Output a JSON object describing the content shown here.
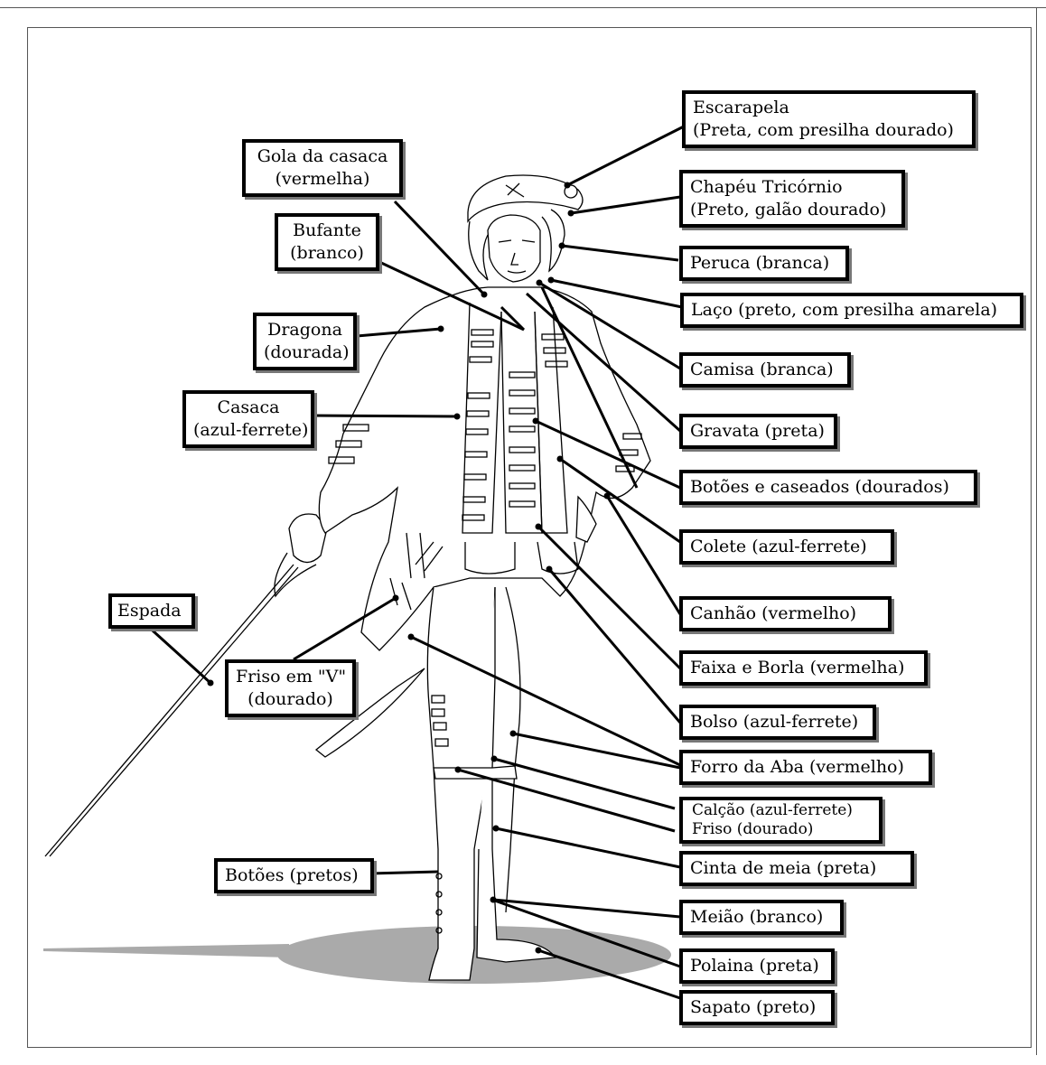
{
  "labels": {
    "escarapela": [
      "Escarapela",
      "(Preta, com presilha dourado)"
    ],
    "chapeu": [
      "Chapéu Tricórnio",
      "(Preto, galão dourado)"
    ],
    "peruca": [
      "Peruca (branca)"
    ],
    "laco": [
      "Laço (preto, com presilha amarela)"
    ],
    "camisa": [
      "Camisa (branca)"
    ],
    "gravata": [
      "Gravata (preta)"
    ],
    "botoes_caseados": [
      "Botões e caseados (dourados)"
    ],
    "colete": [
      "Colete (azul-ferrete)"
    ],
    "canhao": [
      "Canhão (vermelho)"
    ],
    "faixa": [
      "Faixa e Borla (vermelha)"
    ],
    "bolso": [
      "Bolso (azul-ferrete)"
    ],
    "forro": [
      "Forro da Aba (vermelho)"
    ],
    "calcao": [
      "Calção (azul-ferrete)",
      "Friso (dourado)"
    ],
    "cinta": [
      "Cinta de meia (preta)"
    ],
    "meiao": [
      "Meião (branco)"
    ],
    "polaina": [
      "Polaina (preta)"
    ],
    "sapato": [
      "Sapato (preto)"
    ],
    "gola": [
      "Gola da casaca",
      "(vermelha)"
    ],
    "bufante": [
      "Bufante",
      "(branco)"
    ],
    "dragona": [
      "Dragona",
      "(dourada)"
    ],
    "casaca": [
      "Casaca",
      "(azul-ferrete)"
    ],
    "espada": [
      "Espada"
    ],
    "friso_v": [
      "Friso em \"V\"",
      "(dourado)"
    ],
    "botoes_pretos": [
      "Botões (pretos)"
    ]
  },
  "colors": {
    "shadow": "#aaaaaa",
    "outline": "#000000"
  }
}
